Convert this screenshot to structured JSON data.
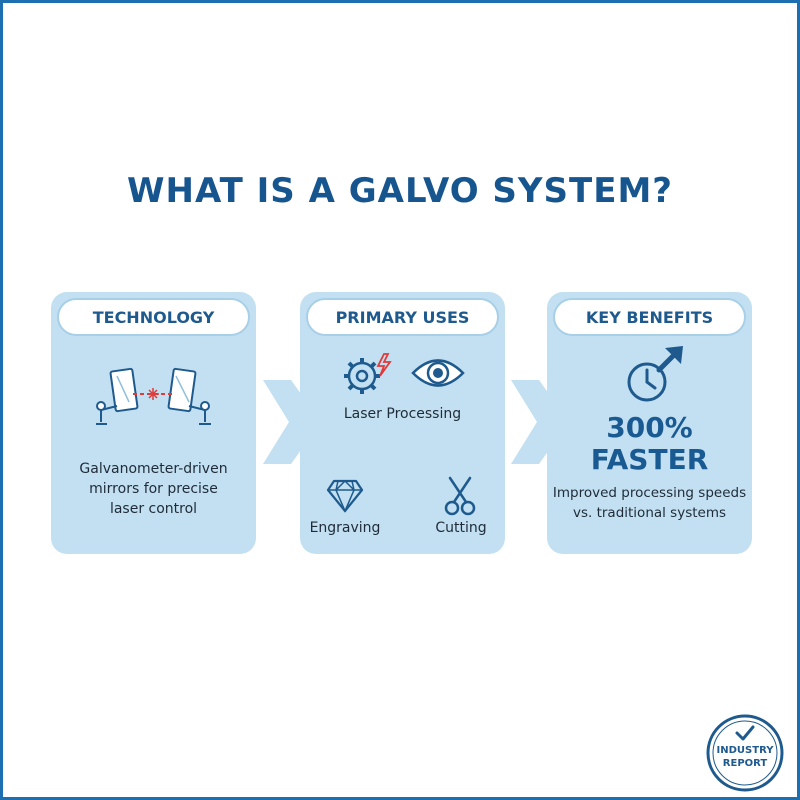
{
  "title": "WHAT IS A GALVO SYSTEM?",
  "colors": {
    "accent": "#1e6fb0",
    "title": "#17558f",
    "card_bg": "#c2e0f1",
    "laser_red": "#e03a3a"
  },
  "cards": [
    {
      "header": "TECHNOLOGY",
      "icon": "galvo-mirrors-icon",
      "text": [
        "Galvanometer-driven",
        "mirrors for precise",
        "laser control"
      ]
    },
    {
      "header": "PRIMARY USES",
      "uses": [
        {
          "label": "Laser Processing",
          "icons": [
            "gear-spark-icon",
            "eye-icon"
          ]
        },
        {
          "label": "Engraving",
          "icon": "diamond-icon"
        },
        {
          "label": "Cutting",
          "icon": "scissors-icon"
        }
      ]
    },
    {
      "header": "KEY BENEFITS",
      "icon": "clock-arrow-up-icon",
      "highlight": [
        "300%",
        "FASTER"
      ],
      "text": [
        "Improved processing speeds",
        "vs. traditional systems"
      ]
    }
  ],
  "badge": {
    "lines": [
      "INDUSTRY",
      "REPORT"
    ],
    "icon": "checkmark-icon"
  }
}
